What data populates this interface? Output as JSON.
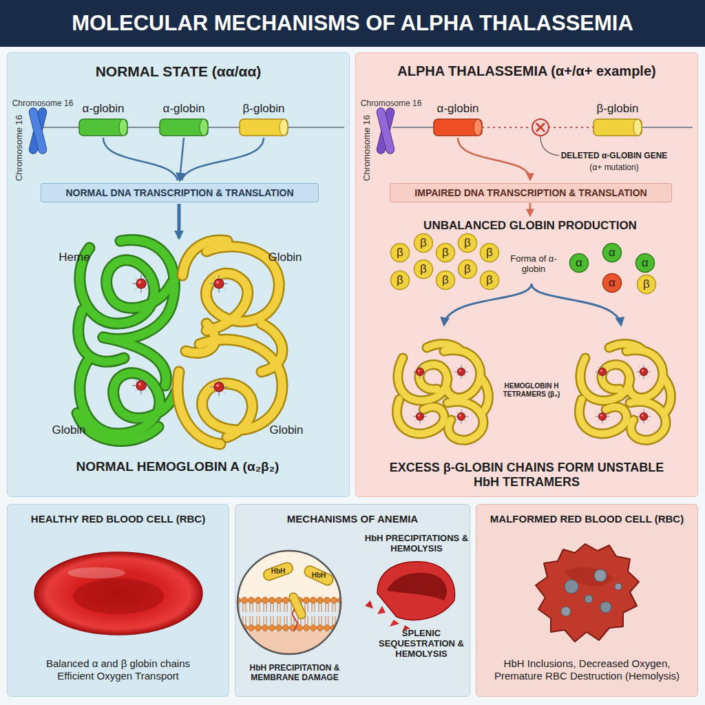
{
  "diagram": {
    "title": "MOLECULAR MECHANISMS OF ALPHA THALASSEMIA",
    "nodes": [
      {
        "text": [
          "NORMAL STATE (αα/αα)"
        ]
      },
      {
        "text": [
          "NORMAL DNA TRANSCRIPTION & TRANSLATION"
        ],
        "in": 0
      },
      {
        "text": [
          "ALPHA THALASSEMIA (α+/α+ example)"
        ]
      },
      {
        "text": [
          "IMPAIRED DNA TRANSCRIPTION & TRANSLATION"
        ],
        "in": 2
      },
      {
        "text": [
          "β"
        ],
        "in": 2
      },
      {
        "text": [
          "β"
        ],
        "in": 2
      },
      {
        "text": [
          "β"
        ],
        "in": 2
      },
      {
        "text": [
          "β"
        ],
        "in": 2
      },
      {
        "text": [
          "β"
        ],
        "in": 2
      },
      {
        "text": [
          "β"
        ],
        "in": 2
      },
      {
        "text": [
          "β"
        ],
        "in": 2
      },
      {
        "text": [
          "β"
        ],
        "in": 2
      },
      {
        "text": [
          "β"
        ],
        "in": 2
      },
      {
        "text": [
          "β"
        ],
        "in": 2
      },
      {
        "text": [
          "α"
        ],
        "in": 2
      },
      {
        "text": [
          "α"
        ],
        "in": 2
      },
      {
        "text": [
          "α"
        ],
        "in": 2
      },
      {
        "text": [
          "α"
        ],
        "in": 2
      },
      {
        "text": [
          "β"
        ],
        "in": 2
      },
      {
        "text": [
          "HEALTHY RED BLOOD CELL (RBC)",
          "Balanced α and β globin chains Efficient Oxygen Transport"
        ]
      },
      {
        "text": [
          "MECHANISMS OF ANEMIA"
        ]
      },
      {
        "text": [
          "MALFORMED RED BLOOD CELL (RBC)",
          "HbH Inclusions, Decreased Oxygen, Premature RBC Destruction (Hemolysis)"
        ]
      }
    ],
    "labels": [
      "Chromosome 16",
      "Chromosome 16",
      "α-globin",
      "α-globin",
      "β-globin",
      "Heme",
      "Globin",
      "Globin",
      "Globin",
      "NORMAL HEMOGLOBIN A (α₂β₂)",
      "Chromosome 16",
      "Chromosome 16",
      "α-globin",
      "β-globin",
      "DELETED α-GLOBIN GENE",
      "(α+ mutation)",
      "UNBALANCED GLOBIN PRODUCTION",
      "Forma of α-globin",
      "HEMOGLOBIN H TETRAMERS (β₄)",
      "EXCESS β-GLOBIN CHAINS FORM UNSTABLE HbH TETRAMERS",
      "HbH",
      "HbH",
      "HbH PRECIPITATIONS & HEMOLYSIS",
      "HbH PRECIPITATION & MEMBRANE DAMAGE",
      "SPLENIC SEQUESTRATION & HEMOLYSIS"
    ]
  }
}
